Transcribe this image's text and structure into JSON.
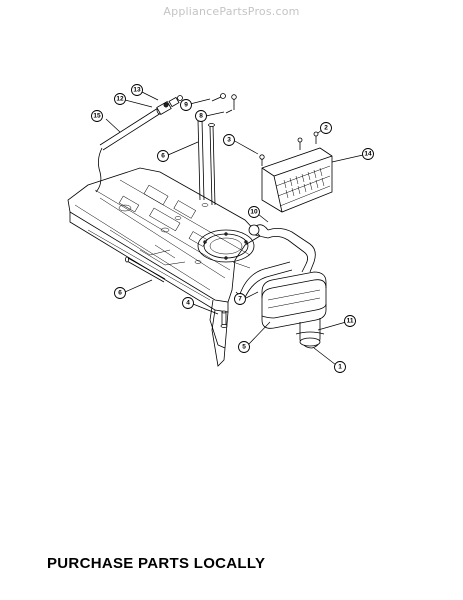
{
  "watermark": "AppliancePartsPros.com",
  "footer": "PURCHASE PARTS LOCALLY",
  "callouts": [
    "1",
    "2",
    "3",
    "4",
    "5",
    "6",
    "6",
    "7",
    "8",
    "9",
    "10",
    "11",
    "12",
    "13",
    "14",
    "15"
  ]
}
